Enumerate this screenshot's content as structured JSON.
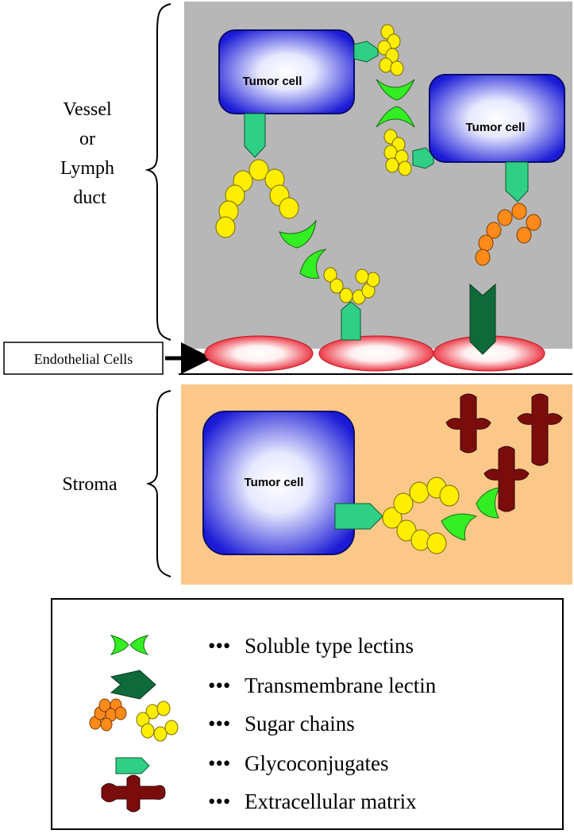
{
  "regions": {
    "vessel_label": [
      "Vessel",
      "or",
      "Lymph",
      "duct"
    ],
    "stroma_label": "Stroma",
    "endothelial_label": "Endothelial Cells"
  },
  "cells": {
    "tumor_1": "Tumor cell",
    "tumor_2": "Tumor cell",
    "tumor_3": "Tumor cell"
  },
  "legend": {
    "bullet": "•••",
    "items": [
      {
        "label": "Soluble type lectins",
        "icon": "soluble-lectin-icon"
      },
      {
        "label": "Transmembrane lectin",
        "icon": "transmembrane-lectin-icon"
      },
      {
        "label": "Sugar chains",
        "icon": "sugar-chain-icon"
      },
      {
        "label": "Glycoconjugates",
        "icon": "glycoconjugate-icon"
      },
      {
        "label": "Extracellular matrix",
        "icon": "extracellular-matrix-icon"
      }
    ]
  },
  "colors": {
    "vessel_bg": "#b7b7b7",
    "stroma_bg": "#fbc889",
    "tumor_cell": "#1b1bd6",
    "glycoconjugate": "#2fcf86",
    "sugar_yellow": "#ffee00",
    "sugar_orange": "#ff8a1a",
    "soluble_lectin": "#33ee22",
    "transmembrane_lectin": "#0f6a3a",
    "matrix": "#7a0c0c",
    "endothelial": "#e81c2c"
  }
}
